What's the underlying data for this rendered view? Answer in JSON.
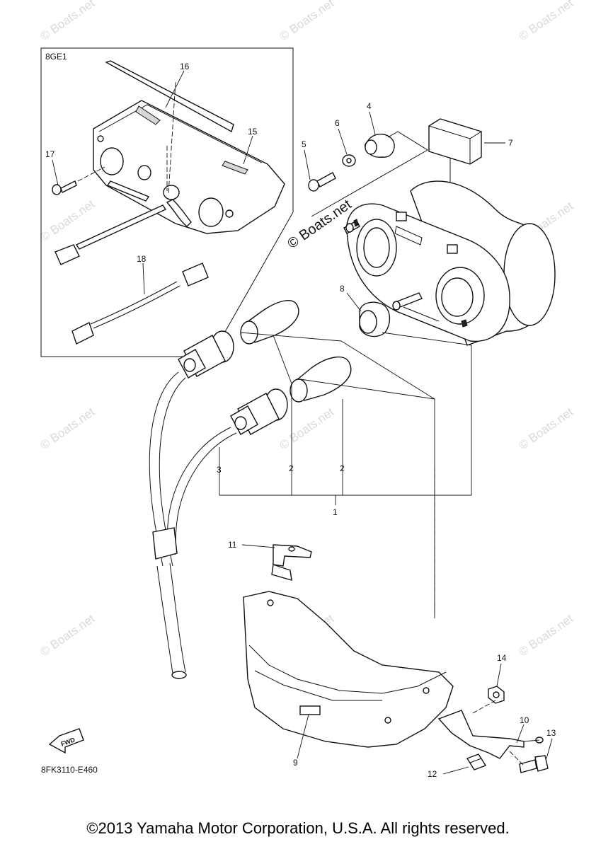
{
  "inset_label": "8GE1",
  "diagram_code": "8FK3110-E460",
  "fwd_label": "FWD",
  "watermark_text": "© Boats.net",
  "stamp_text": "© Boats.net",
  "copyright": "©2013 Yamaha Motor Corporation, U.S.A. All rights reserved.",
  "callouts": {
    "c1": "1",
    "c2a": "2",
    "c2b": "2",
    "c3": "3",
    "c4": "4",
    "c5": "5",
    "c6": "6",
    "c7": "7",
    "c8": "8",
    "c9": "9",
    "c10": "10",
    "c11": "11",
    "c12": "12",
    "c13": "13",
    "c14": "14",
    "c15": "15",
    "c16": "16",
    "c17": "17",
    "c18": "18"
  }
}
